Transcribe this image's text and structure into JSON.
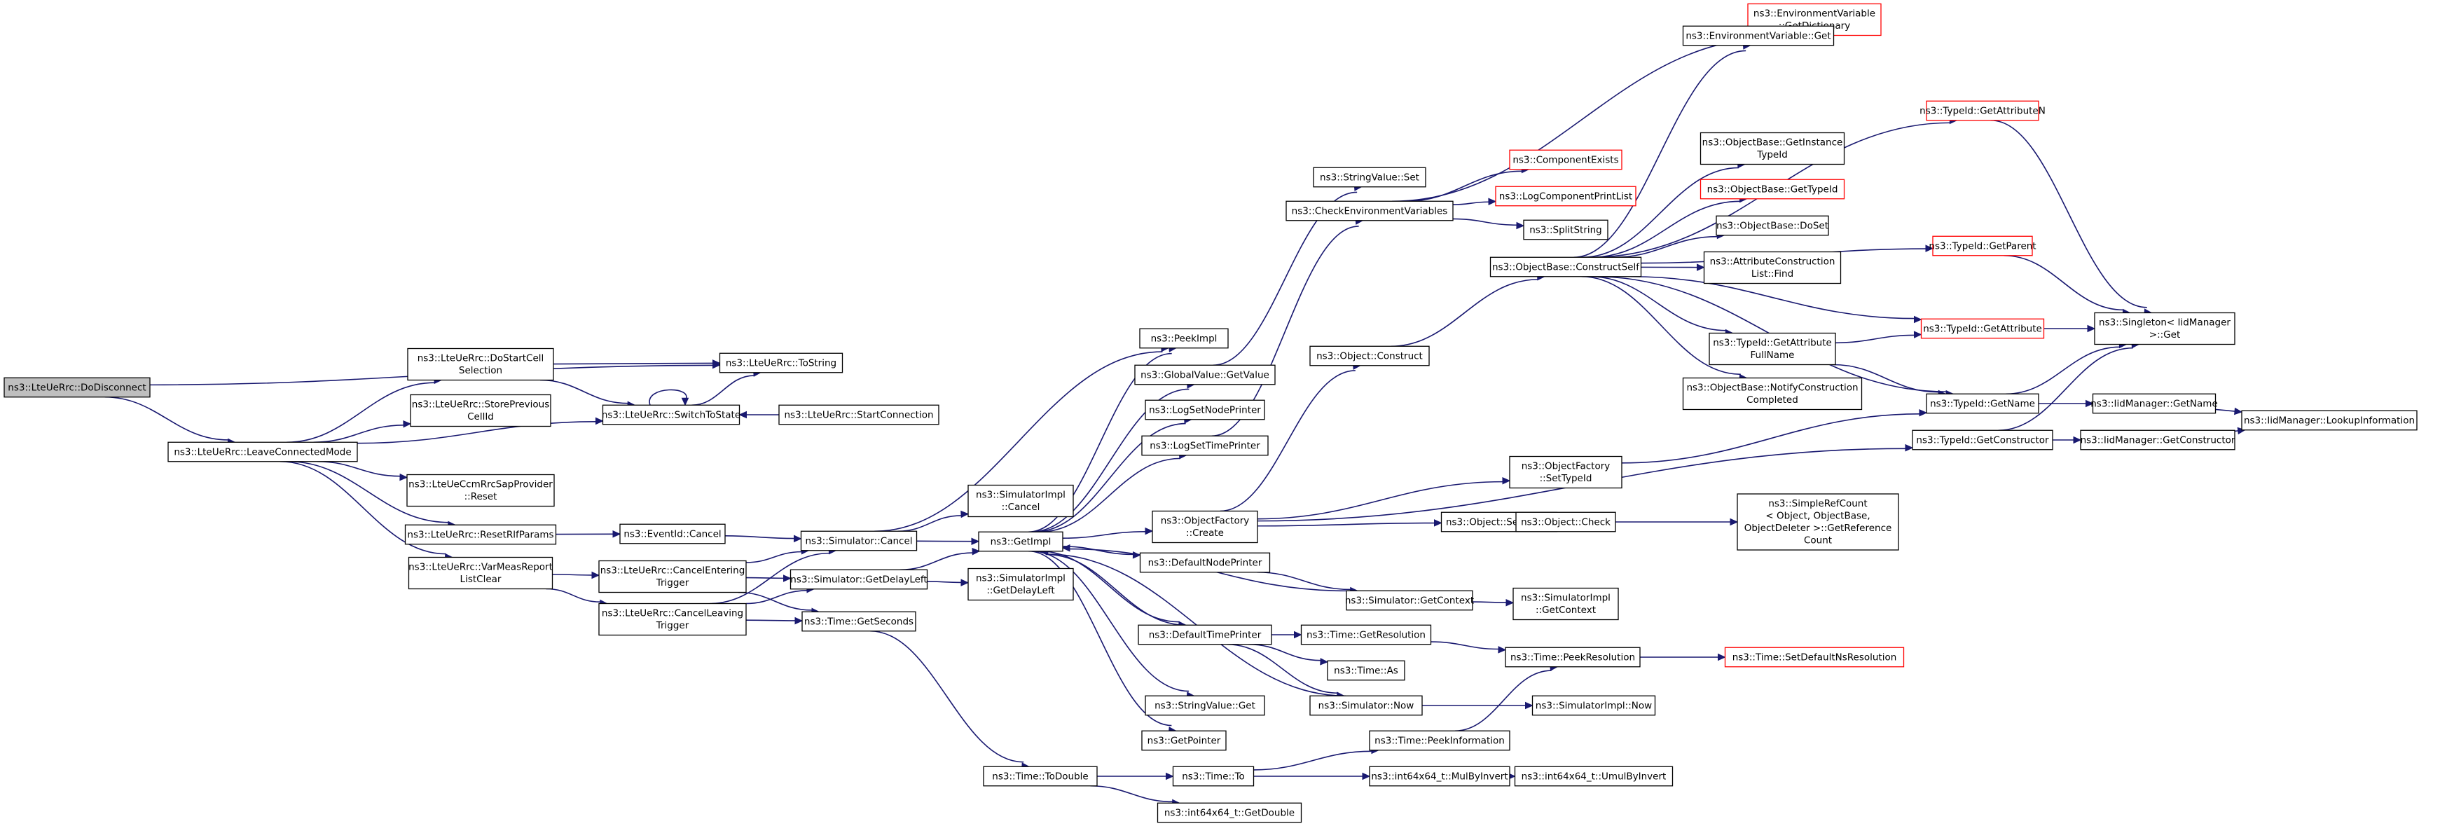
{
  "diagram": {
    "kind": "call graph",
    "colors": {
      "edge": "#191970",
      "node_border_documented": "#000000",
      "node_border_undocumented": "#ff0000",
      "root_fill": "#bfbfbf",
      "node_fill": "#ffffff"
    },
    "nodes": [
      {
        "id": "n0",
        "lines": [
          "ns3::LteUeRrc::DoDisconnect"
        ],
        "style": "root"
      },
      {
        "id": "n1",
        "lines": [
          "ns3::LteUeRrc::LeaveConnectedMode"
        ],
        "style": "normal"
      },
      {
        "id": "n2",
        "lines": [
          "ns3::LteUeRrc::ToString"
        ],
        "style": "normal"
      },
      {
        "id": "n3",
        "lines": [
          "ns3::LteUeRrc::DoStartCell",
          "Selection"
        ],
        "style": "normal"
      },
      {
        "id": "n4",
        "lines": [
          "ns3::LteUeRrc::StorePrevious",
          "CellId"
        ],
        "style": "normal"
      },
      {
        "id": "n5",
        "lines": [
          "ns3::LteUeRrc::SwitchToState"
        ],
        "style": "normal"
      },
      {
        "id": "n6",
        "lines": [
          "ns3::LteUeCcmRrcSapProvider",
          "::Reset"
        ],
        "style": "normal"
      },
      {
        "id": "n7",
        "lines": [
          "ns3::LteUeRrc::ResetRlfParams"
        ],
        "style": "normal"
      },
      {
        "id": "n8",
        "lines": [
          "ns3::LteUeRrc::VarMeasReport",
          "ListClear"
        ],
        "style": "normal"
      },
      {
        "id": "n9",
        "lines": [
          "ns3::LteUeRrc::StartConnection"
        ],
        "style": "normal"
      },
      {
        "id": "n10",
        "lines": [
          "ns3::EventId::Cancel"
        ],
        "style": "normal"
      },
      {
        "id": "n11",
        "lines": [
          "ns3::LteUeRrc::CancelEntering",
          "Trigger"
        ],
        "style": "normal"
      },
      {
        "id": "n12",
        "lines": [
          "ns3::LteUeRrc::CancelLeaving",
          "Trigger"
        ],
        "style": "normal"
      },
      {
        "id": "n13",
        "lines": [
          "ns3::Simulator::Cancel"
        ],
        "style": "normal"
      },
      {
        "id": "n14",
        "lines": [
          "ns3::Simulator::GetDelayLeft"
        ],
        "style": "normal"
      },
      {
        "id": "n15",
        "lines": [
          "ns3::Time::GetSeconds"
        ],
        "style": "normal"
      },
      {
        "id": "n16",
        "lines": [
          "ns3::PeekImpl"
        ],
        "style": "normal"
      },
      {
        "id": "n17",
        "lines": [
          "ns3::SimulatorImpl",
          "::Cancel"
        ],
        "style": "normal"
      },
      {
        "id": "n18",
        "lines": [
          "ns3::GetImpl"
        ],
        "style": "normal"
      },
      {
        "id": "n19",
        "lines": [
          "ns3::SimulatorImpl",
          "::GetDelayLeft"
        ],
        "style": "normal"
      },
      {
        "id": "n20",
        "lines": [
          "ns3::Time::ToDouble"
        ],
        "style": "normal"
      },
      {
        "id": "n21",
        "lines": [
          "ns3::GlobalValue::GetValue"
        ],
        "style": "normal"
      },
      {
        "id": "n22",
        "lines": [
          "ns3::LogSetNodePrinter"
        ],
        "style": "normal"
      },
      {
        "id": "n23",
        "lines": [
          "ns3::LogSetTimePrinter"
        ],
        "style": "normal"
      },
      {
        "id": "n24",
        "lines": [
          "ns3::ObjectFactory",
          "::Create"
        ],
        "style": "normal"
      },
      {
        "id": "n25",
        "lines": [
          "ns3::DefaultNodePrinter"
        ],
        "style": "normal"
      },
      {
        "id": "n26",
        "lines": [
          "ns3::DefaultTimePrinter"
        ],
        "style": "normal"
      },
      {
        "id": "n27",
        "lines": [
          "ns3::StringValue::Get"
        ],
        "style": "normal"
      },
      {
        "id": "n28",
        "lines": [
          "ns3::GetPointer"
        ],
        "style": "normal"
      },
      {
        "id": "n29",
        "lines": [
          "ns3::Time::To"
        ],
        "style": "normal"
      },
      {
        "id": "n30",
        "lines": [
          "ns3::int64x64_t::GetDouble"
        ],
        "style": "normal"
      },
      {
        "id": "n31",
        "lines": [
          "ns3::StringValue::Set"
        ],
        "style": "normal"
      },
      {
        "id": "n32",
        "lines": [
          "ns3::CheckEnvironmentVariables"
        ],
        "style": "normal"
      },
      {
        "id": "n33",
        "lines": [
          "ns3::Object::Construct"
        ],
        "style": "normal"
      },
      {
        "id": "n34",
        "lines": [
          "ns3::Object::SetTypeId"
        ],
        "style": "normal"
      },
      {
        "id": "n35",
        "lines": [
          "ns3::Simulator::GetContext"
        ],
        "style": "normal"
      },
      {
        "id": "n36",
        "lines": [
          "ns3::Time::GetResolution"
        ],
        "style": "normal"
      },
      {
        "id": "n37",
        "lines": [
          "ns3::Time::As"
        ],
        "style": "normal"
      },
      {
        "id": "n38",
        "lines": [
          "ns3::Simulator::Now"
        ],
        "style": "normal"
      },
      {
        "id": "n39",
        "lines": [
          "ns3::Time::PeekInformation"
        ],
        "style": "normal"
      },
      {
        "id": "n40",
        "lines": [
          "ns3::int64x64_t::MulByInvert"
        ],
        "style": "normal"
      },
      {
        "id": "n41",
        "lines": [
          "ns3::ComponentExists"
        ],
        "style": "red"
      },
      {
        "id": "n42",
        "lines": [
          "ns3::LogComponentPrintList"
        ],
        "style": "red"
      },
      {
        "id": "n43",
        "lines": [
          "ns3::SplitString"
        ],
        "style": "normal"
      },
      {
        "id": "n44",
        "lines": [
          "ns3::ObjectBase::ConstructSelf"
        ],
        "style": "normal"
      },
      {
        "id": "n45",
        "lines": [
          "ns3::ObjectFactory",
          "::SetTypeId"
        ],
        "style": "normal"
      },
      {
        "id": "n46",
        "lines": [
          "ns3::Object::Check"
        ],
        "style": "normal"
      },
      {
        "id": "n47",
        "lines": [
          "ns3::SimulatorImpl",
          "::GetContext"
        ],
        "style": "normal"
      },
      {
        "id": "n48",
        "lines": [
          "ns3::Time::PeekResolution"
        ],
        "style": "normal"
      },
      {
        "id": "n49",
        "lines": [
          "ns3::SimulatorImpl::Now"
        ],
        "style": "normal"
      },
      {
        "id": "n50",
        "lines": [
          "ns3::int64x64_t::UmulByInvert"
        ],
        "style": "normal"
      },
      {
        "id": "n51",
        "lines": [
          "ns3::EnvironmentVariable",
          "::GetDictionary"
        ],
        "style": "red"
      },
      {
        "id": "n52",
        "lines": [
          "ns3::EnvironmentVariable::Get"
        ],
        "style": "normal"
      },
      {
        "id": "n53",
        "lines": [
          "ns3::ObjectBase::GetInstance",
          "TypeId"
        ],
        "style": "normal"
      },
      {
        "id": "n54",
        "lines": [
          "ns3::ObjectBase::GetTypeId"
        ],
        "style": "red"
      },
      {
        "id": "n55",
        "lines": [
          "ns3::ObjectBase::DoSet"
        ],
        "style": "normal"
      },
      {
        "id": "n56",
        "lines": [
          "ns3::AttributeConstruction",
          "List::Find"
        ],
        "style": "normal"
      },
      {
        "id": "n57",
        "lines": [
          "ns3::TypeId::GetAttribute",
          "FullName"
        ],
        "style": "normal"
      },
      {
        "id": "n58",
        "lines": [
          "ns3::ObjectBase::NotifyConstruction",
          "Completed"
        ],
        "style": "normal"
      },
      {
        "id": "n59",
        "lines": [
          "ns3::SimpleRefCount",
          "< Object, ObjectBase,",
          "ObjectDeleter >::GetReference",
          "Count"
        ],
        "style": "normal"
      },
      {
        "id": "n60",
        "lines": [
          "ns3::Time::SetDefaultNsResolution"
        ],
        "style": "red"
      },
      {
        "id": "n61",
        "lines": [
          "ns3::TypeId::GetAttributeN"
        ],
        "style": "red"
      },
      {
        "id": "n62",
        "lines": [
          "ns3::TypeId::GetParent"
        ],
        "style": "red"
      },
      {
        "id": "n63",
        "lines": [
          "ns3::TypeId::GetAttribute"
        ],
        "style": "red"
      },
      {
        "id": "n64",
        "lines": [
          "ns3::TypeId::GetName"
        ],
        "style": "normal"
      },
      {
        "id": "n65",
        "lines": [
          "ns3::TypeId::GetConstructor"
        ],
        "style": "normal"
      },
      {
        "id": "n66",
        "lines": [
          "ns3::Singleton< IidManager",
          ">::Get"
        ],
        "style": "normal"
      },
      {
        "id": "n67",
        "lines": [
          "ns3::IidManager::GetName"
        ],
        "style": "normal"
      },
      {
        "id": "n68",
        "lines": [
          "ns3::IidManager::GetConstructor"
        ],
        "style": "normal"
      },
      {
        "id": "n69",
        "lines": [
          "ns3::IidManager::LookupInformation"
        ],
        "style": "normal"
      }
    ],
    "edges": [
      [
        "n0",
        "n1"
      ],
      [
        "n0",
        "n2"
      ],
      [
        "n1",
        "n3"
      ],
      [
        "n1",
        "n4"
      ],
      [
        "n1",
        "n5"
      ],
      [
        "n1",
        "n6"
      ],
      [
        "n1",
        "n7"
      ],
      [
        "n1",
        "n8"
      ],
      [
        "n3",
        "n2"
      ],
      [
        "n3",
        "n5"
      ],
      [
        "n5",
        "n5"
      ],
      [
        "n5",
        "n2"
      ],
      [
        "n9",
        "n5"
      ],
      [
        "n7",
        "n10"
      ],
      [
        "n10",
        "n13"
      ],
      [
        "n8",
        "n11"
      ],
      [
        "n8",
        "n12"
      ],
      [
        "n11",
        "n13"
      ],
      [
        "n11",
        "n14"
      ],
      [
        "n11",
        "n15"
      ],
      [
        "n12",
        "n13"
      ],
      [
        "n12",
        "n14"
      ],
      [
        "n12",
        "n15"
      ],
      [
        "n13",
        "n16"
      ],
      [
        "n13",
        "n17"
      ],
      [
        "n13",
        "n18"
      ],
      [
        "n14",
        "n18"
      ],
      [
        "n14",
        "n19"
      ],
      [
        "n15",
        "n20"
      ],
      [
        "n18",
        "n16"
      ],
      [
        "n18",
        "n21"
      ],
      [
        "n18",
        "n22"
      ],
      [
        "n18",
        "n23"
      ],
      [
        "n18",
        "n24"
      ],
      [
        "n18",
        "n25"
      ],
      [
        "n18",
        "n26"
      ],
      [
        "n18",
        "n27"
      ],
      [
        "n18",
        "n28"
      ],
      [
        "n20",
        "n29"
      ],
      [
        "n20",
        "n30"
      ],
      [
        "n21",
        "n31"
      ],
      [
        "n23",
        "n32"
      ],
      [
        "n24",
        "n33"
      ],
      [
        "n24",
        "n34"
      ],
      [
        "n24",
        "n65"
      ],
      [
        "n24",
        "n45"
      ],
      [
        "n25",
        "n35"
      ],
      [
        "n35",
        "n18"
      ],
      [
        "n35",
        "n47"
      ],
      [
        "n26",
        "n36"
      ],
      [
        "n26",
        "n37"
      ],
      [
        "n26",
        "n38"
      ],
      [
        "n26",
        "n18"
      ],
      [
        "n36",
        "n48"
      ],
      [
        "n38",
        "n18"
      ],
      [
        "n38",
        "n49"
      ],
      [
        "n29",
        "n39"
      ],
      [
        "n29",
        "n40"
      ],
      [
        "n39",
        "n48"
      ],
      [
        "n40",
        "n50"
      ],
      [
        "n48",
        "n60"
      ],
      [
        "n32",
        "n51"
      ],
      [
        "n32",
        "n41"
      ],
      [
        "n32",
        "n42"
      ],
      [
        "n32",
        "n43"
      ],
      [
        "n33",
        "n44"
      ],
      [
        "n34",
        "n46"
      ],
      [
        "n46",
        "n59"
      ],
      [
        "n45",
        "n64"
      ],
      [
        "n44",
        "n52"
      ],
      [
        "n44",
        "n53"
      ],
      [
        "n44",
        "n54"
      ],
      [
        "n44",
        "n55"
      ],
      [
        "n44",
        "n56"
      ],
      [
        "n44",
        "n57"
      ],
      [
        "n44",
        "n58"
      ],
      [
        "n44",
        "n61"
      ],
      [
        "n44",
        "n62"
      ],
      [
        "n44",
        "n63"
      ],
      [
        "n44",
        "n64"
      ],
      [
        "n52",
        "n51"
      ],
      [
        "n57",
        "n63"
      ],
      [
        "n57",
        "n64"
      ],
      [
        "n61",
        "n66"
      ],
      [
        "n62",
        "n66"
      ],
      [
        "n63",
        "n66"
      ],
      [
        "n64",
        "n66"
      ],
      [
        "n64",
        "n67"
      ],
      [
        "n65",
        "n66"
      ],
      [
        "n65",
        "n68"
      ],
      [
        "n67",
        "n69"
      ],
      [
        "n68",
        "n69"
      ]
    ]
  }
}
